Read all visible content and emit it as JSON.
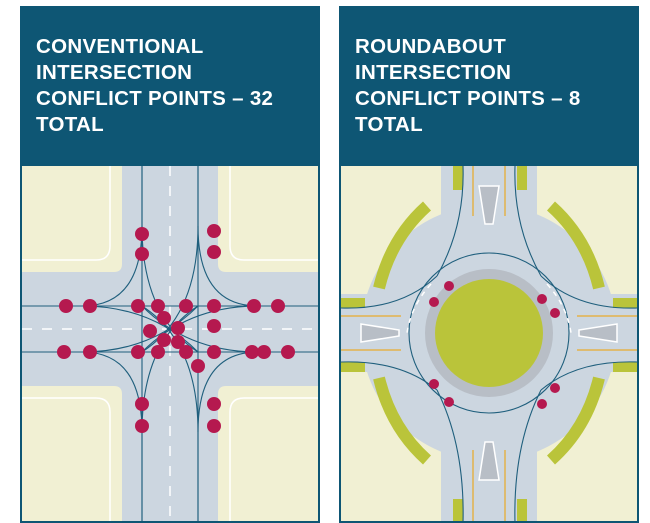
{
  "panels": [
    {
      "title": "CONVENTIONAL INTERSECTION CONFLICT POINTS – 32 TOTAL"
    },
    {
      "title": "ROUNDABOUT INTERSECTION CONFLICT POINTS – 8 TOTAL"
    }
  ],
  "colors": {
    "header": "#0e5674",
    "land": "#f1f0d3",
    "road": "#ccd6e0",
    "conflict_point": "#b5194f",
    "vehicle_path": "#1f5f7d",
    "island": "#bac43a",
    "lane_marking_yellow": "#e3b24a"
  },
  "conflict_points": {
    "conventional": 32,
    "roundabout": 8
  }
}
